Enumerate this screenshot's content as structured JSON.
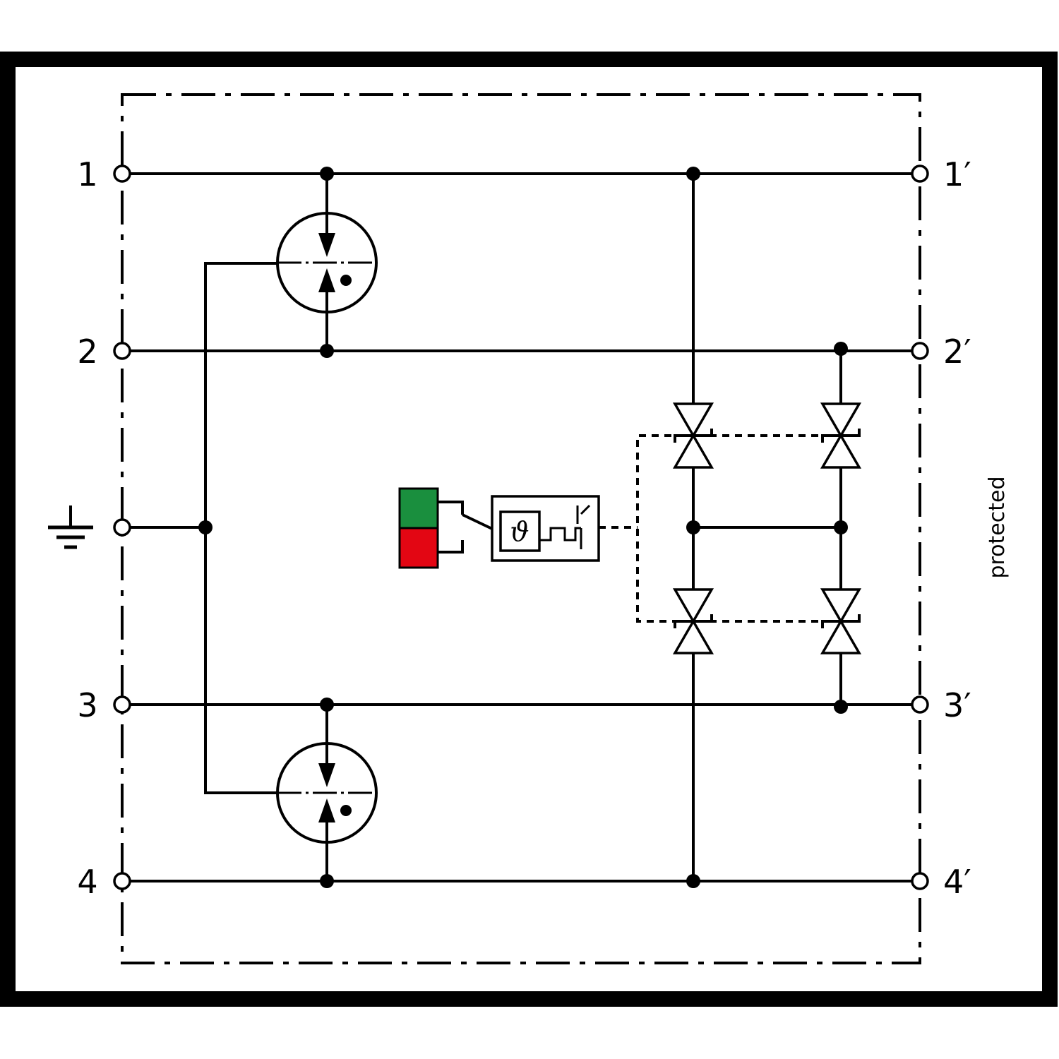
{
  "terminals_left": [
    "1",
    "2",
    "3",
    "4"
  ],
  "terminals_right": [
    "1′",
    "2′",
    "3′",
    "4′"
  ],
  "side_label": "protected",
  "thermal_symbol": "ϑ",
  "indicator": {
    "green": "#1a8f3e",
    "red": "#e30613"
  },
  "icons": {
    "ground": "ground-icon",
    "gas_discharge_tube": "gas-discharge-tube-icon",
    "tvs_diode": "bidirectional-tvs-diode-icon",
    "thermal_disconnector": "thermal-disconnector-icon"
  }
}
